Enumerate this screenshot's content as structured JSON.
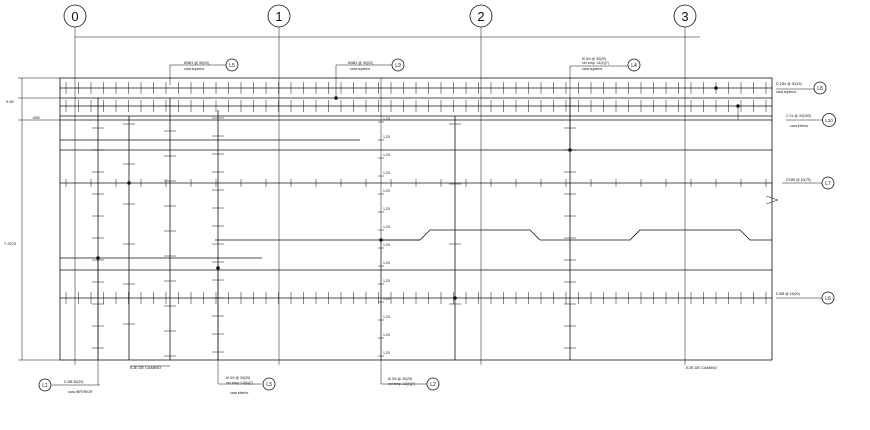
{
  "axes": [
    "0",
    "1",
    "2",
    "3"
  ],
  "bar_labels": {
    "L1": {
      "tag": "L1",
      "line1": "D 3Ø-30(20)",
      "line2": "cara INFERIOR"
    },
    "L2": {
      "tag": "L2",
      "line1": "Ø 3/4 @ 30(20)",
      "line2": "ver emp. L3(4)(7)"
    },
    "L3": {
      "tag": "L3",
      "line1": "Ø 3/4 @ 30(20)",
      "line2": "ver emp. L3(4)(7)",
      "line3": "cara inferior"
    },
    "L4": {
      "tag": "L4",
      "line1": "Ø 3/4 @ 30(20)",
      "line2": "ver emp. L4(4)(7)",
      "line3": "cara superior"
    },
    "L5": {
      "tag": "L5",
      "line1": "Ø4Ø1 @ 30(20)",
      "line2": "cara superior"
    },
    "L6": {
      "tag": "L6",
      "line1": "D 8Ø @ 15(20)"
    },
    "L7": {
      "tag": "L7",
      "line1": "D7Ø5 @ 40(75)"
    },
    "L8": {
      "tag": "L8",
      "line1": "D 1Ø4 @ 30(15)",
      "line2": "cara superior"
    },
    "L9": {
      "tag": "L9",
      "line1": "Ø4Ø1 @ 30(20)",
      "line2": "cara superior"
    },
    "L10": {
      "tag": "L10",
      "line1": "C 01 @ 30(150)",
      "line2": "cara inferior"
    }
  },
  "eje_label_left": "EJE DE CAMINO",
  "eje_label_right": "EJE DE CAMINO",
  "dimensions": {
    "top_dim": "0.50",
    "small_dim": ".050",
    "side_dim": "7.2070"
  },
  "level_ticks": [
    "1.20",
    "1.20",
    "1.20",
    "1.20",
    "1.20",
    "1.20",
    "1.20",
    "1.20",
    "1.20",
    "1.20",
    "1.20",
    "1.20",
    "1.20",
    "1.20"
  ]
}
